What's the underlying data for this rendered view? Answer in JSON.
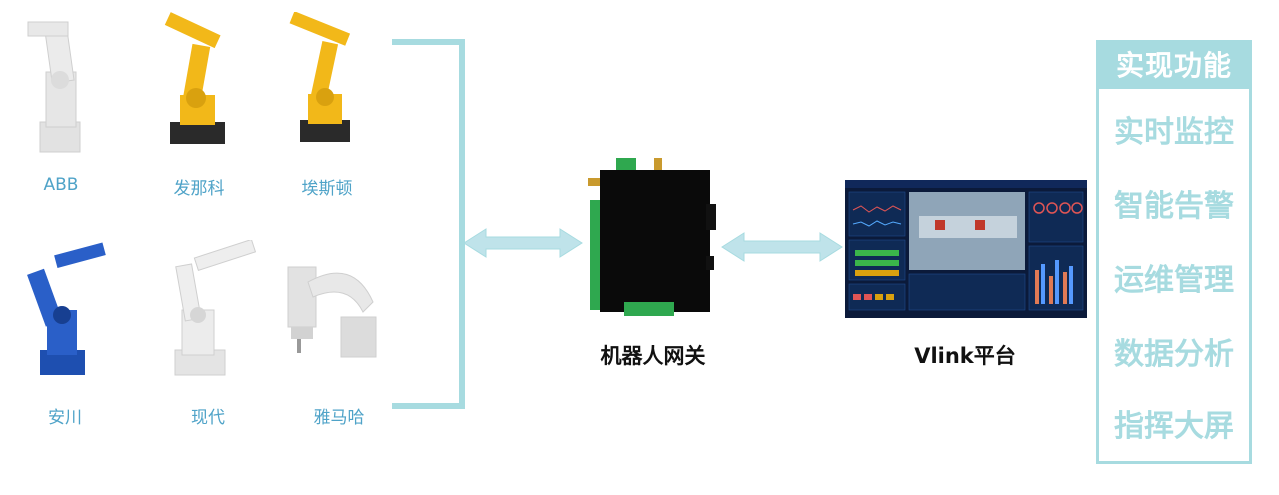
{
  "robots": [
    {
      "name": "ABB"
    },
    {
      "name": "发那科"
    },
    {
      "name": "埃斯顿"
    },
    {
      "name": "安川"
    },
    {
      "name": "现代"
    },
    {
      "name": "雅马哈"
    }
  ],
  "gateway": {
    "label": "机器人网关"
  },
  "platform": {
    "label": "Vlink平台"
  },
  "functions": {
    "title": "实现功能",
    "items": [
      "实时监控",
      "智能告警",
      "运维管理",
      "数据分析",
      "指挥大屏"
    ]
  },
  "colors": {
    "accent": "#a7dbe0",
    "robot_label": "#4fa3c8",
    "yellow_robot": "#f2b819",
    "blue_robot": "#1e4fb0"
  }
}
